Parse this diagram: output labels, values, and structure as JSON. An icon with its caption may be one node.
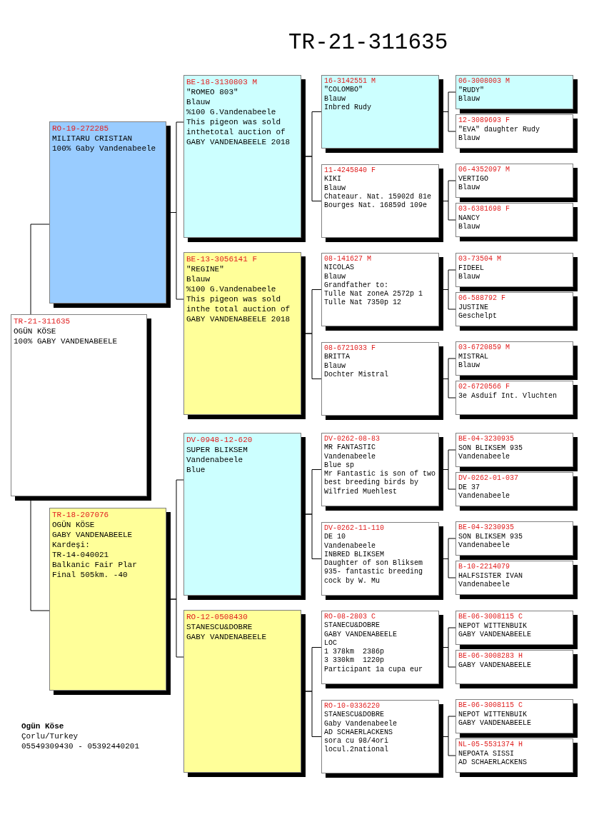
{
  "diagram": {
    "title": "TR-21-311635",
    "nodes": [
      {
        "text": [
          "TR-21-311635",
          "OGÜN KÖSE",
          "100% GABY VANDENABEELE"
        ]
      },
      {
        "text": [
          "RO-19-272285",
          "MILITARU CRISTIAN",
          "100% Gaby Vandenabeele"
        ]
      },
      {
        "text": [
          "TR-18-207076",
          "OGÜN KÖSE",
          "GABY VANDENABEELE",
          "Kardeşi:",
          "TR-14-040021",
          "Balkanic Fair Plar",
          "Final 505km. -40"
        ]
      },
      {
        "text": [
          "BE-18-3130803 M",
          "\"ROMEO 803\"",
          "Blauw",
          "%100 G.Vandenabeele",
          "This pigeon was sold inthetotal auction of GABY VANDENABEELE 2018"
        ]
      },
      {
        "text": [
          "BE-13-3056141 F",
          "\"REGINE\"",
          "Blauw",
          "%100 G.Vandenabeele",
          "This pigeon was sold inthe total auction of GABY VANDENABEELE 2018"
        ]
      },
      {
        "text": [
          "DV-0948-12-620",
          "SUPER BLIKSEM",
          "Vandenabeele",
          "Blue"
        ]
      },
      {
        "text": [
          "RO-12-0508430",
          "STANESCU&DOBRE",
          "GABY VANDENABEELE"
        ]
      },
      {
        "text": [
          "16-3142551 M",
          "\"COLOMBO\"",
          "Blauw",
          "Inbred Rudy"
        ]
      },
      {
        "text": [
          "11-4245840 F",
          "KIKI",
          "Blauw",
          "Chateaur. Nat. 15902d 81e",
          "Bourges Nat. 16859d 109e"
        ]
      },
      {
        "text": [
          "08-141627 M",
          "NICOLAS",
          "Blauw",
          "Grandfather to:",
          "Tulle Nat zoneA 2572p 1",
          "Tulle Nat 7350p 12"
        ]
      },
      {
        "text": [
          "08-6721033 F",
          "BRITTA",
          "Blauw",
          "Dochter Mistral"
        ]
      },
      {
        "text": [
          "DV-0262-08-83",
          "MR FANTASTIC",
          "Vandenabeele",
          "Blue sp",
          "Mr Fantastic is son of two best breeding birds by Wilfried Muehlest"
        ]
      },
      {
        "text": [
          "DV-0262-11-110",
          "DE 10",
          "Vandenabeele",
          "INBRED BLIKSEM",
          "Daughter of son Bliksem 935- fantastic breeding cock by W. Mu"
        ]
      },
      {
        "text": [
          "RO-08-2803 C",
          "STANECU&DOBRE",
          "GABY VANDENABEELE",
          "LOC",
          "1 378km  2386p",
          "3 330km  1220p",
          "Participant 1a cupa eur"
        ]
      },
      {
        "text": [
          "RO-10-0336220",
          "STANESCU&DOBRE",
          "Gaby Vandenabeele",
          "AD SCHAERLACKENS",
          "sora cu 98/4ori locul.2national"
        ]
      },
      {
        "text": [
          "06-3008003 M",
          "\"RUDY\"",
          "Blauw"
        ]
      },
      {
        "text": [
          "12-3089693 F",
          "\"EVA\" daughter Rudy",
          "Blauw"
        ]
      },
      {
        "text": [
          "06-4352097 M",
          "VERTIGO",
          "Blauw"
        ]
      },
      {
        "text": [
          "03-6381698 F",
          "NANCY",
          "Blauw"
        ]
      },
      {
        "text": [
          "03-73504 M",
          "FIDEEL",
          "Blauw"
        ]
      },
      {
        "text": [
          "06-588792 F",
          "JUSTINE",
          "Geschelpt"
        ]
      },
      {
        "text": [
          "03-6720859 M",
          "MISTRAL",
          "Blauw"
        ]
      },
      {
        "text": [
          "02-6720566 F",
          "3e Asduif Int. Vluchten"
        ]
      },
      {
        "text": [
          "BE-04-3230935",
          "SON BLIKSEM 935",
          "Vandenabeele"
        ]
      },
      {
        "text": [
          "DV-0262-01-037",
          "DE 37",
          "Vandenabeele"
        ]
      },
      {
        "text": [
          "BE-04-3230935",
          "SON BLIKSEM 935",
          "Vandenabeele"
        ]
      },
      {
        "text": [
          "B-10-2214079",
          "HALFSISTER IVAN",
          "Vandenabeele"
        ]
      },
      {
        "text": [
          "BE-06-3008115 C",
          "NEPOT WITTENBUIK",
          "GABY VANDENABEELE"
        ]
      },
      {
        "text": [
          "BE-06-3008283 H",
          "GABY VANDENABEELE"
        ]
      },
      {
        "text": [
          "BE-06-3008115 C",
          "NEPOT WITTENBUIK",
          "GABY VANDENABEELE"
        ]
      },
      {
        "text": [
          "NL-05-5531374 H",
          "NEPOATA SISSI",
          "AD SCHAERLACKENS"
        ]
      }
    ],
    "edges": [
      {
        "from": 0,
        "to": 1,
        "arrow": "none"
      },
      {
        "from": 0,
        "to": 2,
        "arrow": "none"
      },
      {
        "from": 1,
        "to": 3,
        "arrow": "none"
      },
      {
        "from": 1,
        "to": 4,
        "arrow": "none"
      },
      {
        "from": 2,
        "to": 5,
        "arrow": "none"
      },
      {
        "from": 2,
        "to": 6,
        "arrow": "none"
      },
      {
        "from": 3,
        "to": 7,
        "arrow": "none"
      },
      {
        "from": 3,
        "to": 8,
        "arrow": "none"
      },
      {
        "from": 4,
        "to": 9,
        "arrow": "none"
      },
      {
        "from": 4,
        "to": 10,
        "arrow": "none"
      },
      {
        "from": 5,
        "to": 11,
        "arrow": "none"
      },
      {
        "from": 5,
        "to": 12,
        "arrow": "none"
      },
      {
        "from": 6,
        "to": 13,
        "arrow": "none"
      },
      {
        "from": 6,
        "to": 14,
        "arrow": "none"
      },
      {
        "from": 7,
        "to": 15,
        "arrow": "none"
      },
      {
        "from": 7,
        "to": 16,
        "arrow": "none"
      },
      {
        "from": 8,
        "to": 17,
        "arrow": "none"
      },
      {
        "from": 8,
        "to": 18,
        "arrow": "none"
      },
      {
        "from": 9,
        "to": 19,
        "arrow": "none"
      },
      {
        "from": 9,
        "to": 20,
        "arrow": "none"
      },
      {
        "from": 10,
        "to": 21,
        "arrow": "none"
      },
      {
        "from": 10,
        "to": 22,
        "arrow": "none"
      },
      {
        "from": 11,
        "to": 23,
        "arrow": "none"
      },
      {
        "from": 11,
        "to": 24,
        "arrow": "none"
      },
      {
        "from": 12,
        "to": 25,
        "arrow": "none"
      },
      {
        "from": 12,
        "to": 26,
        "arrow": "none"
      },
      {
        "from": 13,
        "to": 27,
        "arrow": "none"
      },
      {
        "from": 13,
        "to": 28,
        "arrow": "none"
      },
      {
        "from": 14,
        "to": 29,
        "arrow": "none"
      },
      {
        "from": 14,
        "to": 30,
        "arrow": "none"
      }
    ],
    "labels": [
      "Ogün Köse",
      "Çorlu/Turkey",
      "05549309430 - 05392440201"
    ]
  }
}
